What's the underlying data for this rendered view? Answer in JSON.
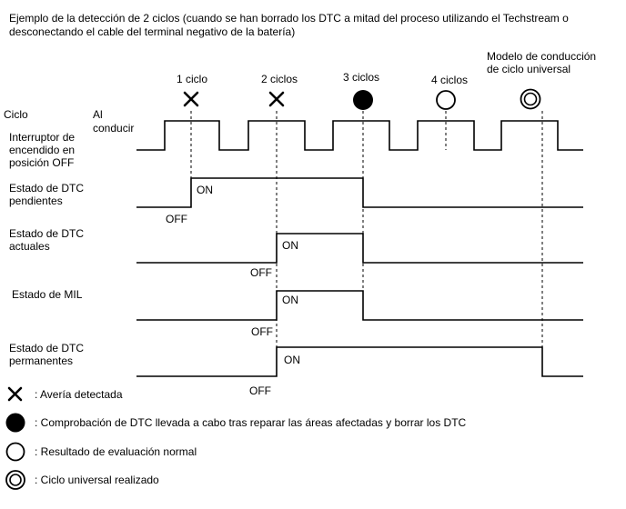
{
  "title": {
    "line1": "Ejemplo de la detección de 2 ciclos (cuando se han borrado los DTC a mitad del proceso utilizando el Techstream o",
    "line2": "desconectando el cable del terminal negativo de la batería)"
  },
  "cycles": [
    {
      "label": "1 ciclo",
      "symbol": "cross"
    },
    {
      "label": "2 ciclos",
      "symbol": "cross"
    },
    {
      "label": "3 ciclos",
      "symbol": "filled"
    },
    {
      "label": "4 ciclos",
      "symbol": "open"
    },
    {
      "label_line1": "Modelo de conducción",
      "label_line2": "de ciclo universal",
      "symbol": "double"
    }
  ],
  "row_header": {
    "ciclo": "Ciclo",
    "al_conducir_1": "Al",
    "al_conducir_2": "conducir"
  },
  "rows": {
    "ignition": {
      "line1": "Interruptor de",
      "line2": "encendido en",
      "line3": "posición OFF"
    },
    "pending": {
      "line1": "Estado de DTC",
      "line2": "pendientes",
      "on": "ON",
      "off": "OFF"
    },
    "current": {
      "line1": "Estado de DTC",
      "line2": "actuales",
      "on": "ON",
      "off": "OFF"
    },
    "mil": {
      "line1": "Estado de MIL",
      "on": "ON",
      "off": "OFF"
    },
    "permanent": {
      "line1": "Estado de DTC",
      "line2": "permanentes",
      "on": "ON",
      "off": "OFF"
    }
  },
  "legend": [
    {
      "symbol": "cross",
      "text": ": Avería detectada"
    },
    {
      "symbol": "filled",
      "text": ": Comprobación de DTC llevada a cabo tras reparar las áreas afectadas y borrar los DTC"
    },
    {
      "symbol": "open",
      "text": ": Resultado de evaluación normal"
    },
    {
      "symbol": "double",
      "text": ": Ciclo universal realizado"
    }
  ]
}
